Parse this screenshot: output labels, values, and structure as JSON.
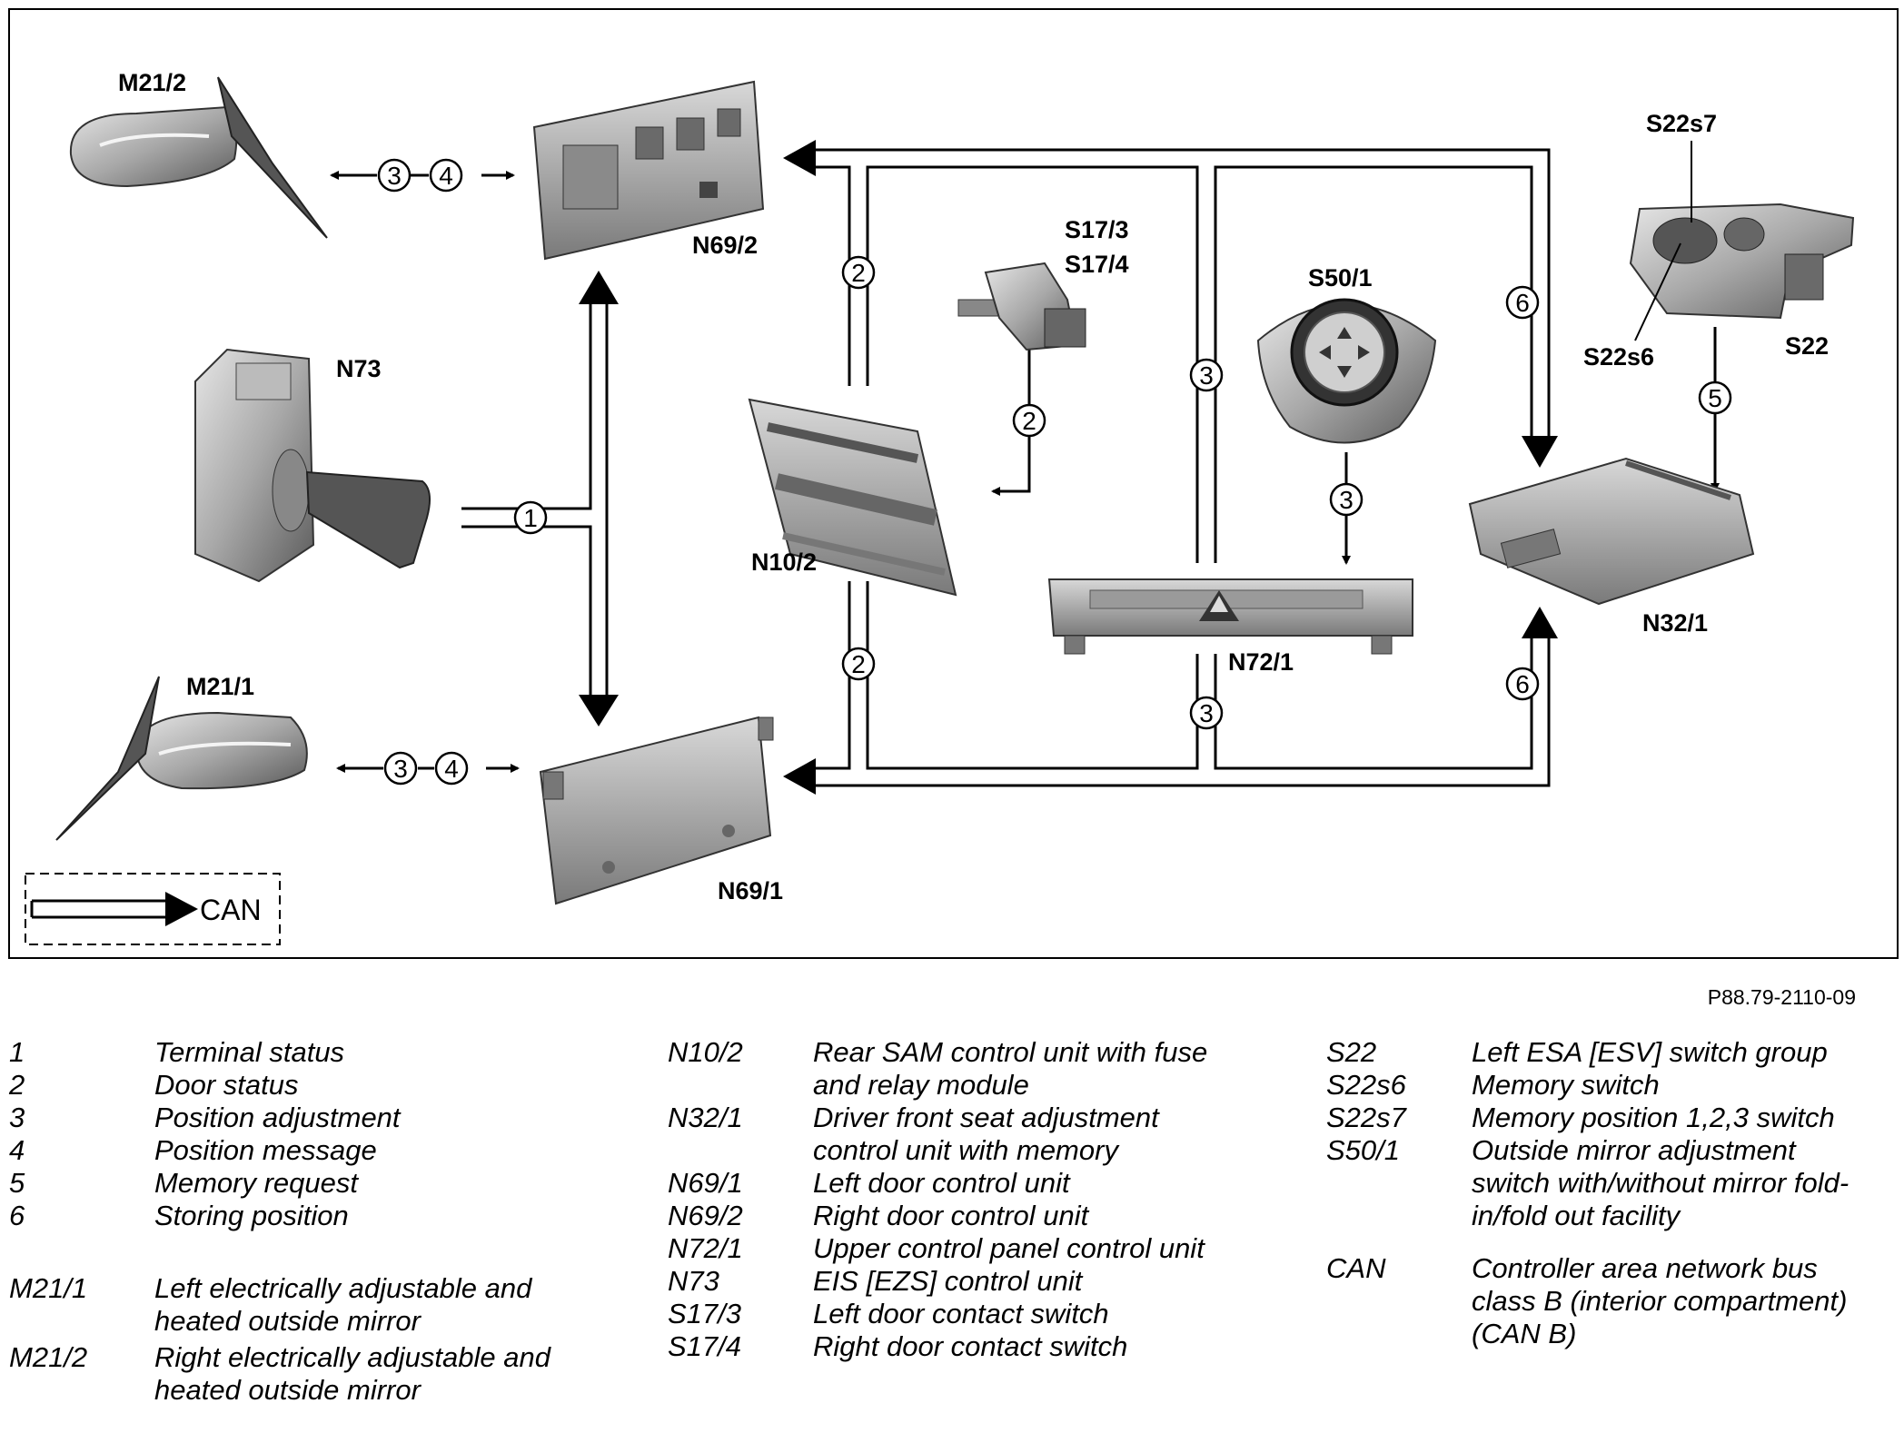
{
  "component_labels": {
    "m21_2": "M21/2",
    "n69_2": "N69/2",
    "n73": "N73",
    "s17_3": "S17/3",
    "s17_4": "S17/4",
    "s50_1": "S50/1",
    "s22s7": "S22s7",
    "s22s6": "S22s6",
    "s22": "S22",
    "n10_2": "N10/2",
    "n32_1": "N32/1",
    "n72_1": "N72/1",
    "m21_1": "M21/1",
    "n69_1": "N69/1"
  },
  "signal_numbers": {
    "one": "1",
    "two": "2",
    "three": "3",
    "four": "4",
    "five": "5",
    "six": "6"
  },
  "can_key_label": "CAN",
  "figure_id": "P88.79-2110-09",
  "legend": {
    "signals": [
      {
        "key": "1",
        "desc": "Terminal status"
      },
      {
        "key": "2",
        "desc": "Door status"
      },
      {
        "key": "3",
        "desc": "Position adjustment"
      },
      {
        "key": "4",
        "desc": "Position message"
      },
      {
        "key": "5",
        "desc": "Memory request"
      },
      {
        "key": "6",
        "desc": "Storing position"
      }
    ],
    "mirrors": [
      {
        "key": "M21/1",
        "line1": "Left electrically adjustable and",
        "line2": "heated outside mirror"
      },
      {
        "key": "M21/2",
        "line1": "Right electrically adjustable and",
        "line2": "heated outside mirror"
      }
    ],
    "units": [
      {
        "key": "N10/2",
        "line1": "Rear SAM control unit with fuse",
        "line2": "and relay module"
      },
      {
        "key": "N32/1",
        "line1": "Driver front seat adjustment",
        "line2": "control unit with memory"
      },
      {
        "key": "N69/1",
        "line1": "Left door control unit"
      },
      {
        "key": "N69/2",
        "line1": "Right door control unit"
      },
      {
        "key": "N72/1",
        "line1": "Upper control panel control unit"
      },
      {
        "key": "N73",
        "line1": "EIS [EZS] control unit"
      },
      {
        "key": "S17/3",
        "line1": "Left door contact switch"
      },
      {
        "key": "S17/4",
        "line1": "Right door contact switch"
      }
    ],
    "switches": [
      {
        "key": "S22",
        "line1": "Left ESA [ESV] switch group"
      },
      {
        "key": "S22s6",
        "line1": "Memory switch"
      },
      {
        "key": "S22s7",
        "line1": "Memory position 1,2,3 switch"
      },
      {
        "key": "S50/1",
        "line1": "Outside mirror adjustment",
        "line2": "switch with/without mirror fold-",
        "line3": "in/fold out facility"
      }
    ],
    "can": {
      "key": "CAN",
      "line1": "Controller area network bus",
      "line2": "class B (interior compartment)",
      "line3": "(CAN B)"
    }
  }
}
